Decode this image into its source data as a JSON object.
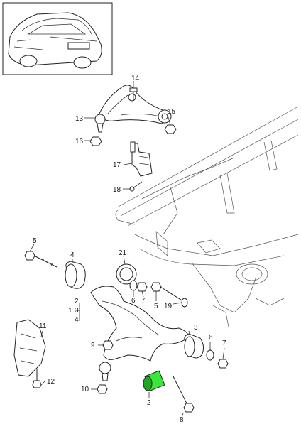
{
  "callouts": {
    "c14": "14",
    "c13": "13",
    "c15": "15",
    "c16": "16",
    "c17": "17",
    "c18": "18",
    "c5a": "5",
    "c4": "4",
    "c21": "21",
    "c6a": "6",
    "c7a": "7",
    "c5b": "5",
    "c19": "19",
    "c2a": "2",
    "c1": "1",
    "c3a": "3",
    "c4b": "4",
    "c11": "11",
    "c9": "9",
    "c3b": "3",
    "c6b": "6",
    "c7b": "7",
    "c12": "12",
    "c10": "10",
    "c2b": "2",
    "c8": "8"
  },
  "colors": {
    "highlight": "#39e639",
    "highlight_dark": "#1fa81f",
    "ink": "#222222",
    "background": "#ffffff"
  }
}
